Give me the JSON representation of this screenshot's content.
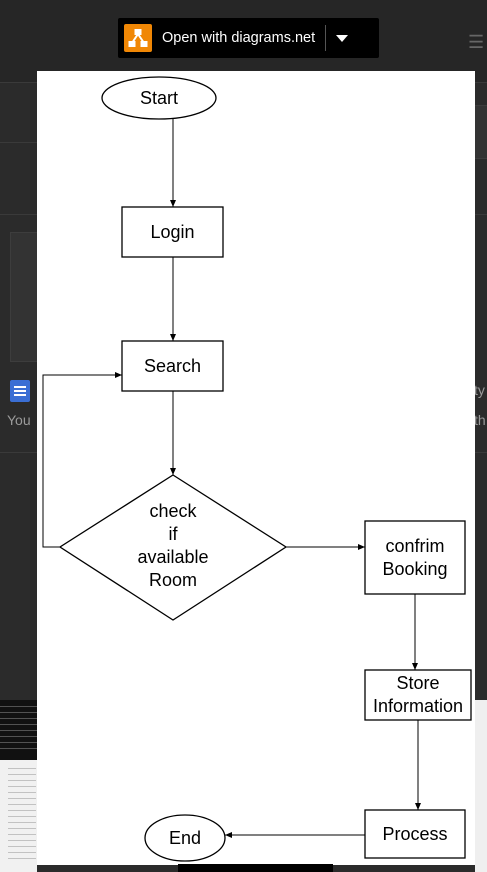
{
  "toolbar": {
    "open_label": "Open with diagrams.net",
    "logo_icon": "diagrams-net-logo-icon",
    "menu_icon": "caret-down-icon",
    "accent_color": "#f08705"
  },
  "background": {
    "left_text": "You",
    "right_fragment_1": "ty",
    "right_fragment_2": "th"
  },
  "diagram": {
    "nodes": {
      "start": "Start",
      "login": "Login",
      "search": "Search",
      "decision": "check\nif\navailable\nRoom",
      "confirm": "confrim\nBooking",
      "store": "Store\nInformation",
      "process": "Process",
      "end": "End"
    },
    "edges": [
      {
        "from": "start",
        "to": "login"
      },
      {
        "from": "login",
        "to": "search"
      },
      {
        "from": "search",
        "to": "decision"
      },
      {
        "from": "decision",
        "to": "confirm"
      },
      {
        "from": "decision",
        "to": "search"
      },
      {
        "from": "confirm",
        "to": "store"
      },
      {
        "from": "store",
        "to": "process"
      },
      {
        "from": "process",
        "to": "end"
      }
    ]
  }
}
